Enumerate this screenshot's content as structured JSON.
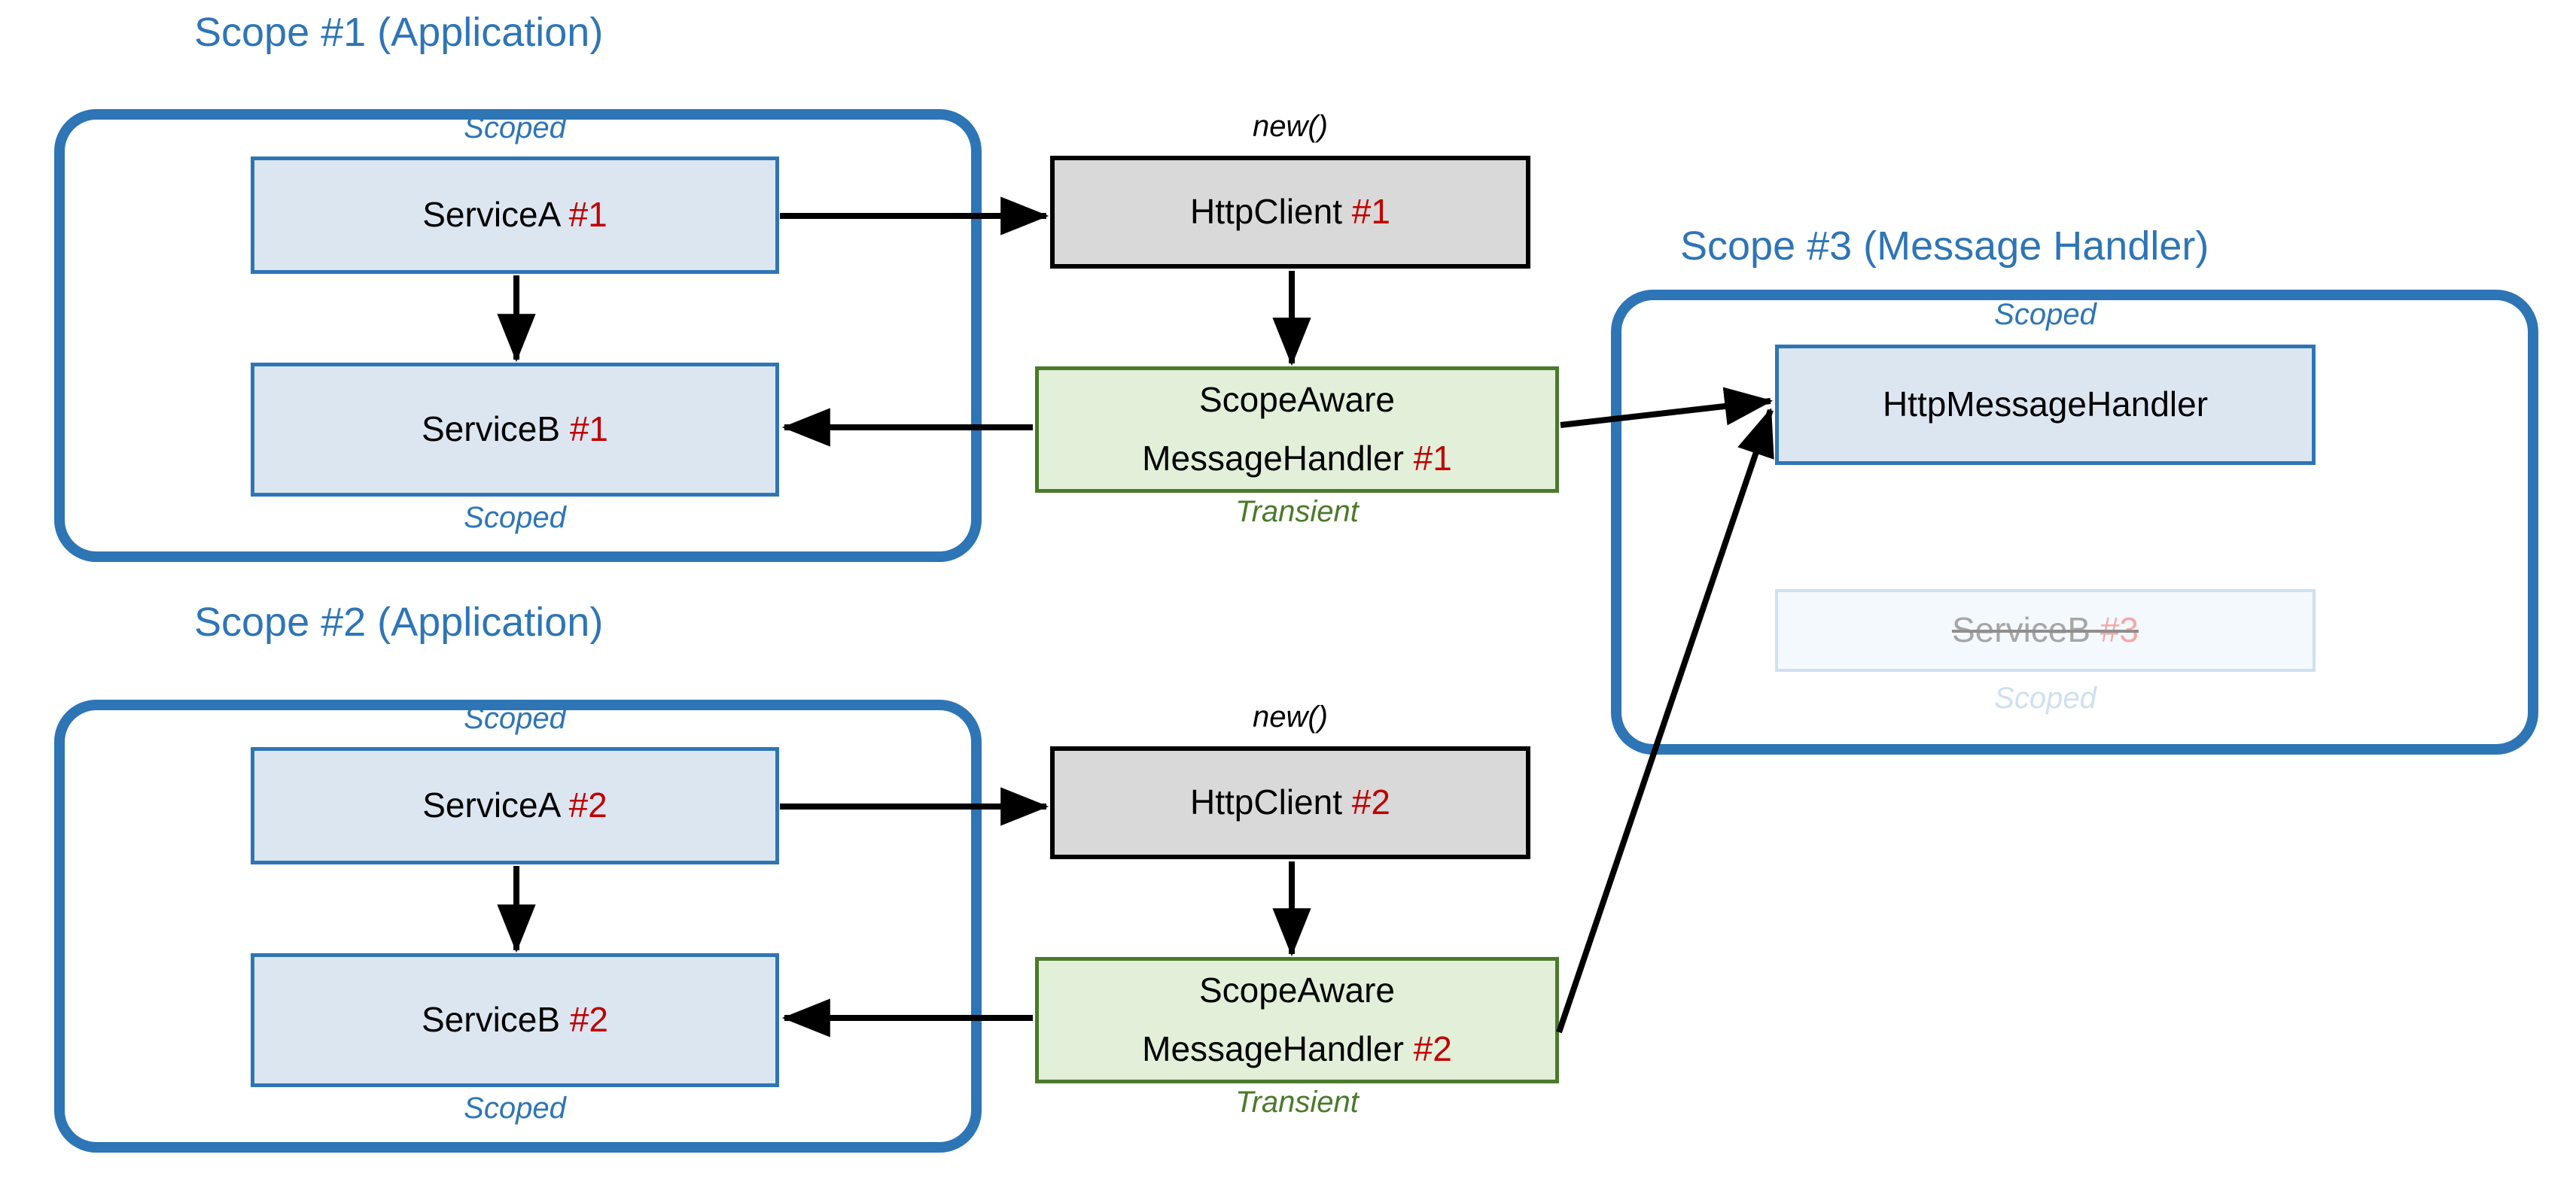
{
  "diagram": {
    "title_color": "#2E75B6",
    "accent_red": "#C00000",
    "green": "#4A7A2A",
    "grey": "#D9D9D9",
    "light_blue": "#DCE6F1"
  },
  "scopes": [
    {
      "id": "scope1",
      "title": "Scope #1 (Application)"
    },
    {
      "id": "scope2",
      "title": "Scope #2 (Application)"
    },
    {
      "id": "scope3",
      "title": "Scope #3 (Message Handler)"
    }
  ],
  "captions": {
    "scoped": "Scoped",
    "transient": "Transient",
    "new": "new()"
  },
  "nodes": {
    "service_a_1": {
      "name": "ServiceA",
      "num": "#1"
    },
    "service_b_1": {
      "name": "ServiceB",
      "num": "#1"
    },
    "http_client_1": {
      "name": "HttpClient",
      "num": "#1"
    },
    "handler_1": {
      "line1": "ScopeAware",
      "line2": "MessageHandler",
      "num": "#1"
    },
    "service_a_2": {
      "name": "ServiceA",
      "num": "#2"
    },
    "service_b_2": {
      "name": "ServiceB",
      "num": "#2"
    },
    "http_client_2": {
      "name": "HttpClient",
      "num": "#2"
    },
    "handler_2": {
      "line1": "ScopeAware",
      "line2": "MessageHandler",
      "num": "#2"
    },
    "http_message_handler": {
      "name": "HttpMessageHandler",
      "num": ""
    },
    "service_b_3": {
      "name": "ServiceB",
      "num": "#3"
    }
  }
}
